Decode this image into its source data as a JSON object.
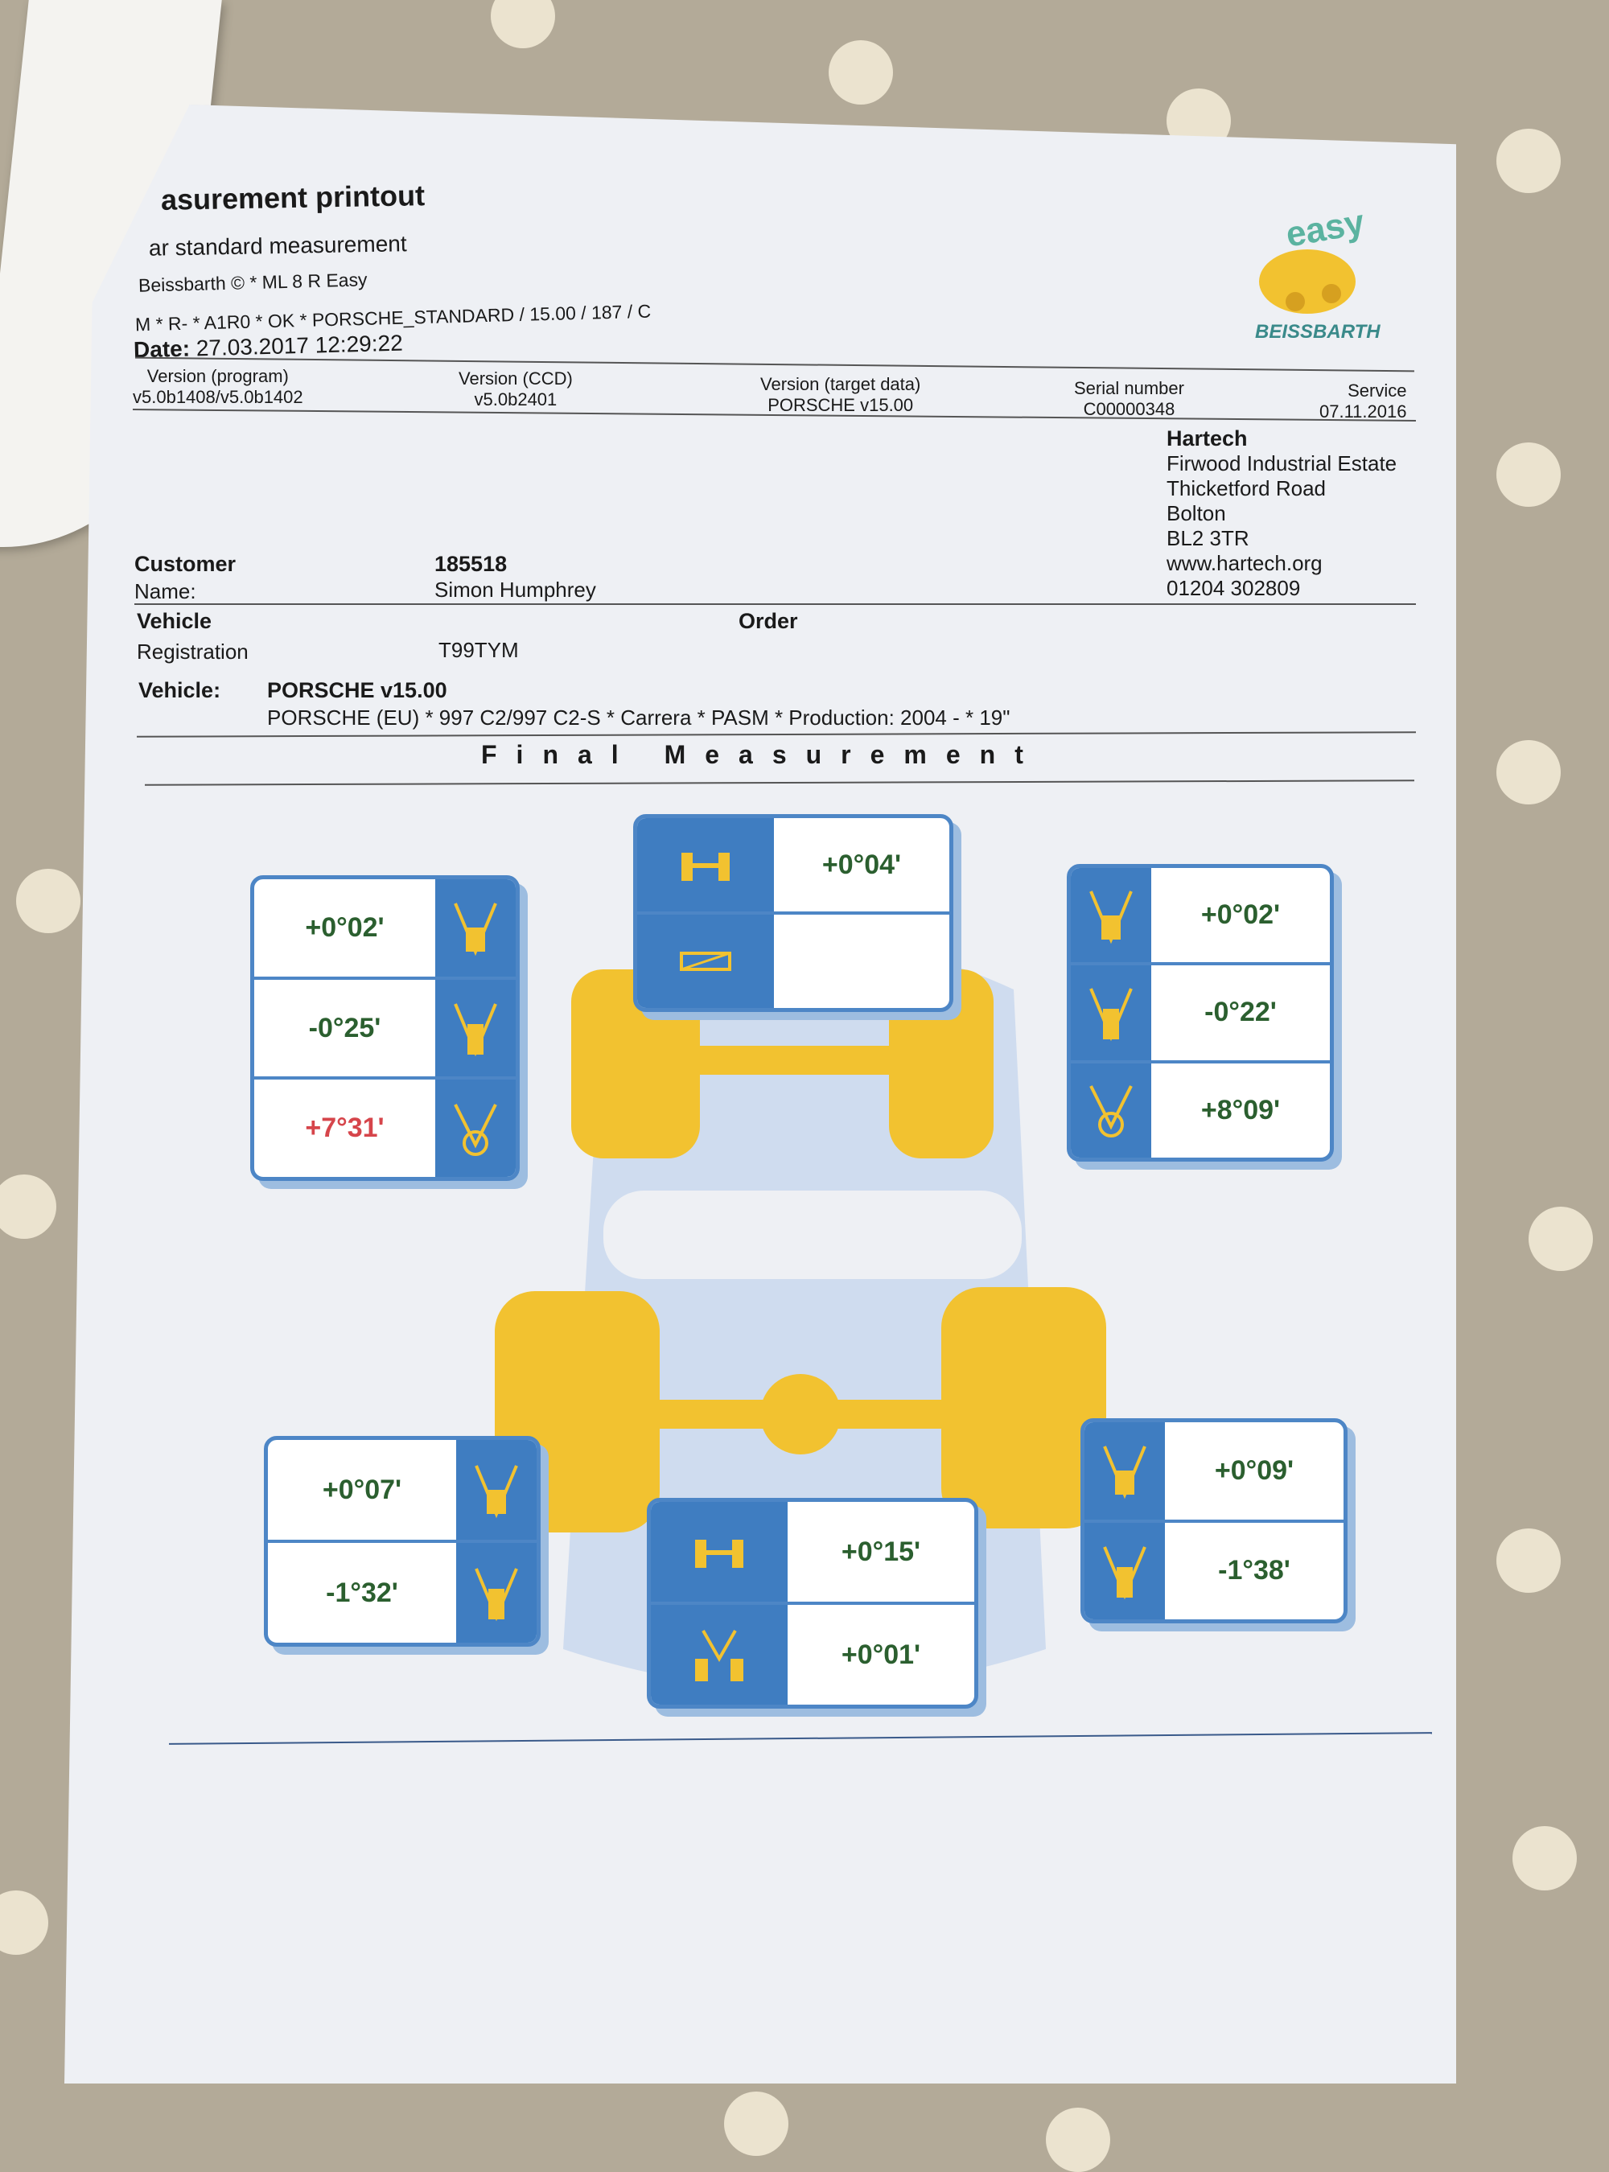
{
  "header": {
    "title": "asurement printout",
    "subtitle": "ar standard measurement",
    "device": "Beissbarth © * ML 8 R Easy",
    "program_line": "M * R- * A1R0 * OK * PORSCHE_STANDARD / 15.00 / 187 / C",
    "date_label": "Date:",
    "date_value": "27.03.2017 12:29:22",
    "logo_text": "easy BEISSBARTH"
  },
  "versions": [
    {
      "label": "Version (program)",
      "value": "v5.0b1408/v5.0b1402"
    },
    {
      "label": "Version (CCD)",
      "value": "v5.0b2401"
    },
    {
      "label": "Version (target data)",
      "value": "PORSCHE v15.00"
    },
    {
      "label": "Serial number",
      "value": "C00000348"
    },
    {
      "label": "Service",
      "value": "07.11.2016"
    }
  ],
  "workshop": {
    "name": "Hartech",
    "lines": [
      "Firwood Industrial Estate",
      "Thicketford Road",
      "Bolton",
      "BL2 3TR",
      "www.hartech.org",
      "01204 302809"
    ]
  },
  "customer": {
    "label": "Customer",
    "number": "185518",
    "name_label": "Name:",
    "name": "Simon Humphrey"
  },
  "vehicle": {
    "label": "Vehicle",
    "order_label": "Order",
    "registration_label": "Registration",
    "registration": "T99TYM",
    "vehicle_label": "Vehicle:",
    "model": "PORSCHE v15.00",
    "description": "PORSCHE (EU) * 997 C2/997 C2-S * Carrera * PASM * Production: 2004 - * 19\""
  },
  "section_title": "Final Measurement",
  "measurements": {
    "front_left": [
      "+0°02'",
      "-0°25'",
      "+7°31'"
    ],
    "front_center": [
      "+0°04'",
      ""
    ],
    "front_right": [
      "+0°02'",
      "-0°22'",
      "+8°09'"
    ],
    "rear_left": [
      "+0°07'",
      "-1°32'"
    ],
    "rear_center": [
      "+0°15'",
      "+0°01'"
    ],
    "rear_right": [
      "+0°09'",
      "-1°38'"
    ]
  },
  "colors": {
    "ok": "#2b5f2f",
    "out_of_tolerance": "#d6454b",
    "accent": "#4d86c6",
    "car": "#f2c230"
  }
}
